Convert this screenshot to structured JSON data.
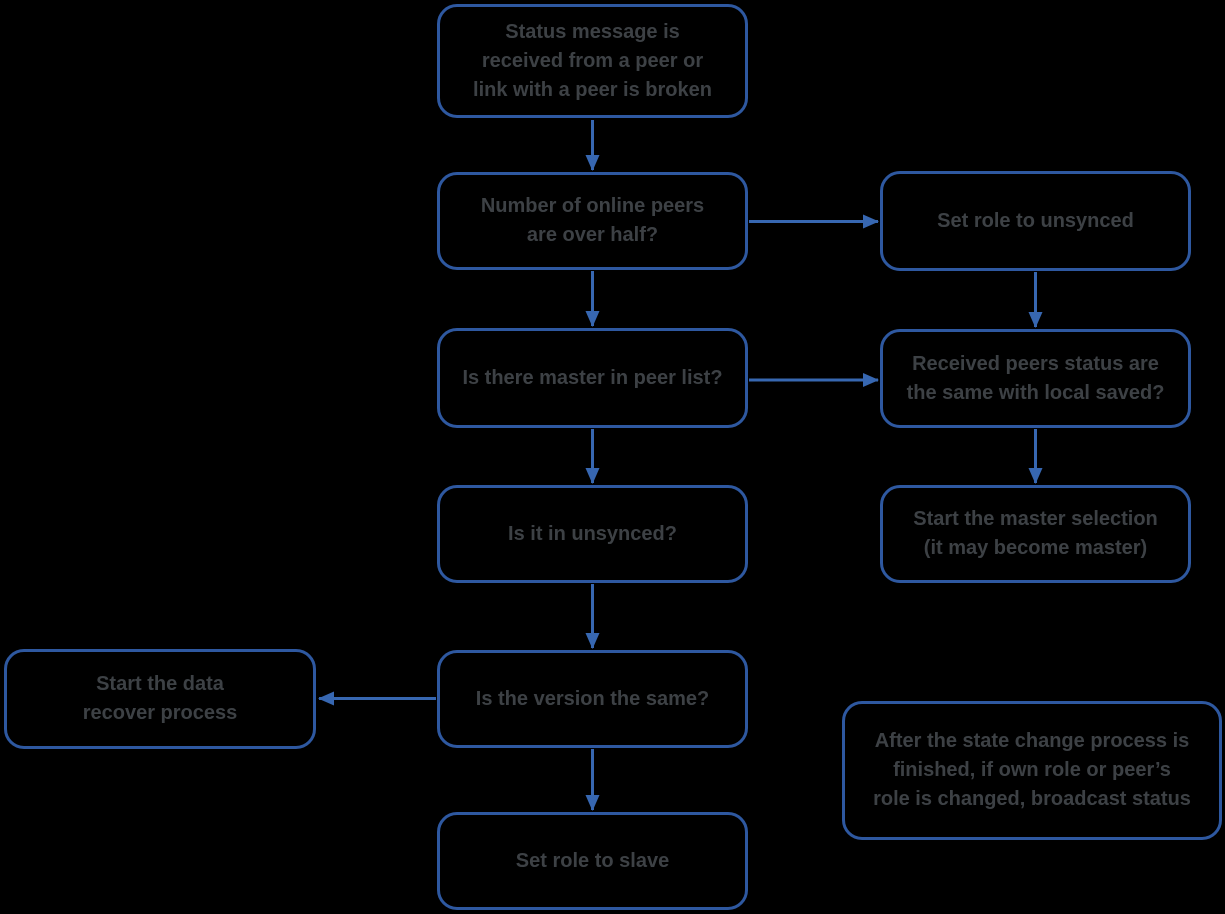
{
  "diagram": {
    "type": "flowchart",
    "colors": {
      "background": "#000000",
      "box_border": "#2e58a0",
      "arrow": "#3767b1",
      "text": "#3d4145"
    },
    "nodes": {
      "status_message": {
        "label": "Status message is\nreceived from a peer or\nlink with a peer is broken"
      },
      "peers_over_half": {
        "label": "Number of online peers\nare over half?"
      },
      "set_role_unsynced": {
        "label": "Set role to unsynced"
      },
      "master_in_peer_list": {
        "label": "Is there master in peer list?"
      },
      "peers_status_same": {
        "label": "Received peers status are\nthe same with local saved?"
      },
      "is_in_unsynced": {
        "label": "Is it in unsynced?"
      },
      "start_master_selection": {
        "label": "Start the master selection\n(it may become master)"
      },
      "start_data_recover": {
        "label": "Start the data\nrecover process"
      },
      "version_same": {
        "label": "Is the version the same?"
      },
      "broadcast_note": {
        "label": "After the state change process is\nfinished, if own role or peer’s\nrole is changed, broadcast status"
      },
      "set_role_slave": {
        "label": "Set role to slave"
      }
    },
    "edges": [
      {
        "from": "status_message",
        "to": "peers_over_half"
      },
      {
        "from": "peers_over_half",
        "to": "set_role_unsynced"
      },
      {
        "from": "peers_over_half",
        "to": "master_in_peer_list"
      },
      {
        "from": "set_role_unsynced",
        "to": "peers_status_same"
      },
      {
        "from": "master_in_peer_list",
        "to": "peers_status_same"
      },
      {
        "from": "master_in_peer_list",
        "to": "is_in_unsynced"
      },
      {
        "from": "peers_status_same",
        "to": "start_master_selection"
      },
      {
        "from": "is_in_unsynced",
        "to": "version_same"
      },
      {
        "from": "version_same",
        "to": "start_data_recover"
      },
      {
        "from": "version_same",
        "to": "set_role_slave"
      }
    ]
  }
}
